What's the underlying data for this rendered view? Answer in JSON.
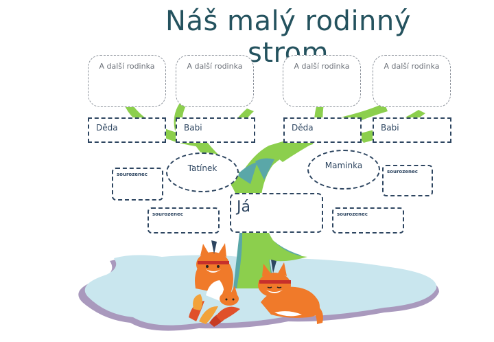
{
  "title": "Náš malý rodinný strom",
  "extended_family": [
    {
      "label": "A další rodinka"
    },
    {
      "label": "A další rodinka"
    },
    {
      "label": "A další rodinka"
    },
    {
      "label": "A další rodinka"
    }
  ],
  "grandparents": [
    {
      "label": "Děda"
    },
    {
      "label": "Babi"
    },
    {
      "label": "Děda"
    },
    {
      "label": "Babi"
    }
  ],
  "parents": {
    "father": "Tatínek",
    "mother": "Maminka"
  },
  "siblings": [
    {
      "label": "sourozenec"
    },
    {
      "label": "sourozenec"
    },
    {
      "label": "sourozenec"
    },
    {
      "label": "sourozenec"
    }
  ],
  "me": "Já",
  "colors": {
    "title": "#24525e",
    "tree": "#8ccf4d",
    "tree_shadow": "#5aa7a8",
    "box_border": "#2d4560",
    "ground": "#c9e6ee",
    "ground_shadow": "#a999bd",
    "fox": "#f07a2a",
    "leaves": "#e0502a"
  }
}
